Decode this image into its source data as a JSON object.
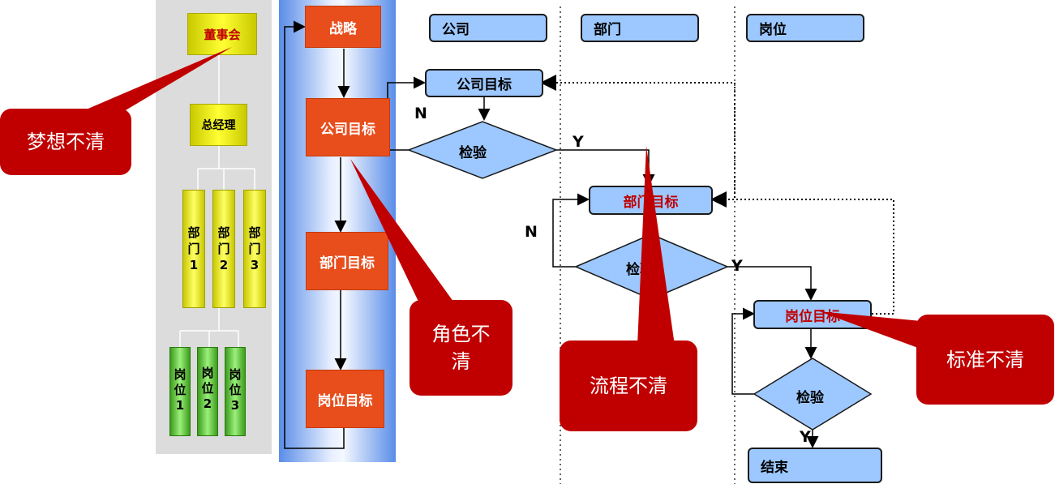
{
  "org": {
    "board": "董事会",
    "gm": "总经理",
    "depts": [
      "部门1",
      "部门2",
      "部门3"
    ],
    "posts": [
      "岗位1",
      "岗位2",
      "岗位3"
    ]
  },
  "strategy": {
    "items": [
      "战略",
      "公司目标",
      "部门目标",
      "岗位目标"
    ]
  },
  "columns": [
    "公司",
    "部门",
    "岗位"
  ],
  "flow": {
    "company_goal": "公司目标",
    "check1": "检验",
    "dept_goal": "部门目标",
    "check2": "检验",
    "post_goal": "岗位目标",
    "check3": "检验",
    "end": "结束",
    "n_label": "N",
    "y_label": "Y"
  },
  "callouts": {
    "dream": "梦想不清",
    "role": "角色不清",
    "process": "流程不清",
    "standard": "标准不清"
  },
  "colors": {
    "callout": "#c00000",
    "orange": "#e84e1c",
    "light_blue": "#9cc8ff"
  }
}
